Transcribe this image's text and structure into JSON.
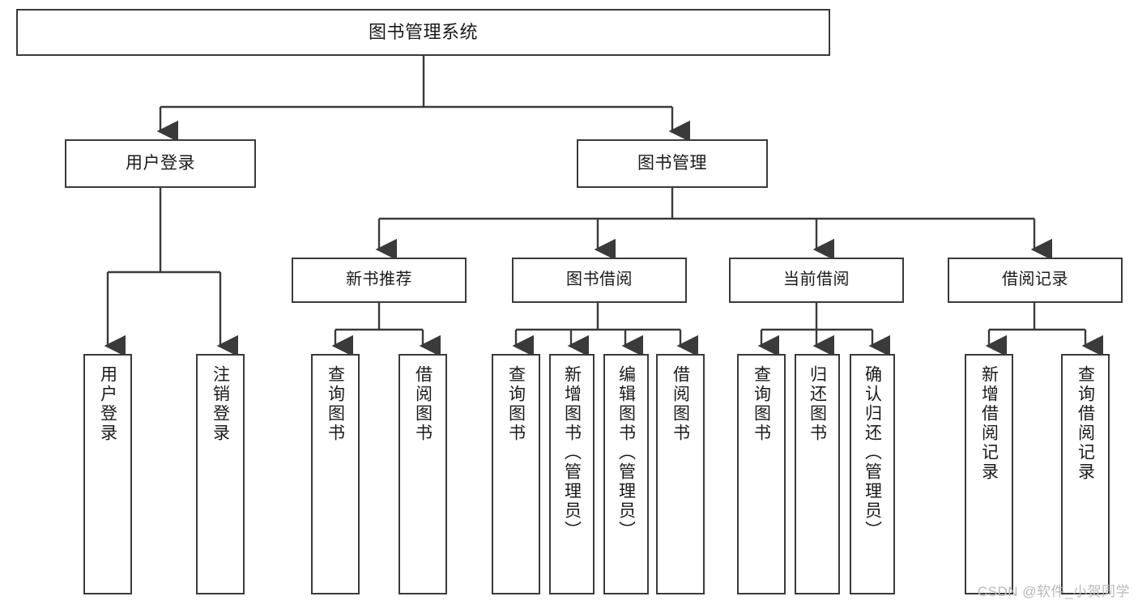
{
  "diagram": {
    "title": "图书管理系统",
    "type": "tree",
    "watermark": "CSDN @软件_小贺同学",
    "colors": {
      "border": "#3a3a3a",
      "background": "#ffffff",
      "text": "#1a1a1a",
      "watermark": "#b9b9b9"
    },
    "root": {
      "label": "图书管理系统"
    },
    "level2": [
      {
        "label": "用户登录"
      },
      {
        "label": "图书管理"
      }
    ],
    "level3": [
      {
        "label": "新书推荐"
      },
      {
        "label": "图书借阅"
      },
      {
        "label": "当前借阅"
      },
      {
        "label": "借阅记录"
      }
    ],
    "leaves": {
      "user_login": [
        {
          "label": "用户登录"
        },
        {
          "label": "注销登录"
        }
      ],
      "new_book": [
        {
          "label": "查询图书"
        },
        {
          "label": "借阅图书"
        }
      ],
      "borrow_book": [
        {
          "label": "查询图书"
        },
        {
          "label": "新增图书（管理员）"
        },
        {
          "label": "编辑图书（管理员）"
        },
        {
          "label": "借阅图书"
        }
      ],
      "current_borrow": [
        {
          "label": "查询图书"
        },
        {
          "label": "归还图书"
        },
        {
          "label": "确认归还（管理员）"
        }
      ],
      "borrow_record": [
        {
          "label": "新增借阅记录"
        },
        {
          "label": "查询借阅记录"
        }
      ]
    }
  }
}
